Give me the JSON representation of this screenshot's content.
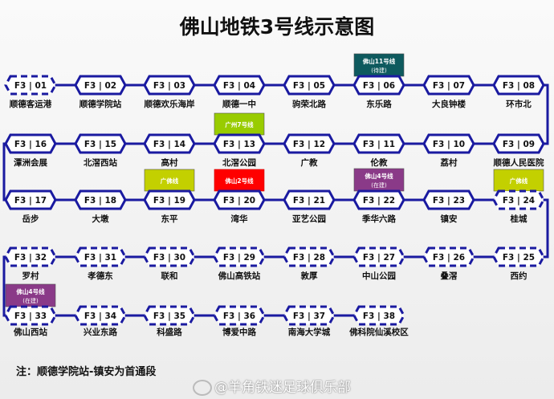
{
  "title": "佛山地铁3号线示意图",
  "note": "注：顺德学院站-镇安为首通段",
  "watermark": "@羊角铁迷足球俱乐部",
  "colors": {
    "line": "#1a1aa0",
    "guangfo": "#c3d000",
    "gz7": "#99cc00",
    "fs2": "#ff0000",
    "fs4": "#8a3a88",
    "fs11": "#0e5a5e"
  },
  "rows": [
    {
      "direction": "ltr",
      "stations": [
        {
          "code": "F3 | 01",
          "name": "顺德客运港",
          "status": "planned"
        },
        {
          "code": "F3 | 02",
          "name": "顺德学院站",
          "status": "open"
        },
        {
          "code": "F3 | 03",
          "name": "顺德欢乐海岸",
          "status": "open"
        },
        {
          "code": "F3 | 04",
          "name": "顺德一中",
          "status": "open"
        },
        {
          "code": "F3 | 05",
          "name": "驹荣北路",
          "status": "open"
        },
        {
          "code": "F3 | 06",
          "name": "东乐路",
          "status": "open",
          "transfer": {
            "label": "佛山11号线",
            "sub": "(待建)",
            "color": "#0e5a5e"
          }
        },
        {
          "code": "F3 | 07",
          "name": "大良钟楼",
          "status": "open"
        },
        {
          "code": "F3 | 08",
          "name": "环市北",
          "status": "open"
        }
      ]
    },
    {
      "direction": "rtl",
      "stations": [
        {
          "code": "F3 | 09",
          "name": "顺德人民医院",
          "status": "open"
        },
        {
          "code": "F3 | 10",
          "name": "荔村",
          "status": "open"
        },
        {
          "code": "F3 | 11",
          "name": "伦教",
          "status": "open"
        },
        {
          "code": "F3 | 12",
          "name": "广教",
          "status": "open"
        },
        {
          "code": "F3 | 13",
          "name": "北滘公园",
          "status": "open",
          "transfer": {
            "label": "广州7号线",
            "sub": "",
            "color": "#99cc00"
          }
        },
        {
          "code": "F3 | 14",
          "name": "高村",
          "status": "open"
        },
        {
          "code": "F3 | 15",
          "name": "北滘西站",
          "status": "open"
        },
        {
          "code": "F3 | 16",
          "name": "潭洲会展",
          "status": "open"
        }
      ]
    },
    {
      "direction": "ltr",
      "stations": [
        {
          "code": "F3 | 17",
          "name": "岳步",
          "status": "open"
        },
        {
          "code": "F3 | 18",
          "name": "大墩",
          "status": "open"
        },
        {
          "code": "F3 | 19",
          "name": "东平",
          "status": "open",
          "transfer": {
            "label": "广佛线",
            "sub": "",
            "color": "#c3d000"
          }
        },
        {
          "code": "F3 | 20",
          "name": "湾华",
          "status": "open",
          "transfer": {
            "label": "佛山2号线",
            "sub": "",
            "color": "#ff0000"
          }
        },
        {
          "code": "F3 | 21",
          "name": "亚艺公园",
          "status": "open"
        },
        {
          "code": "F3 | 22",
          "name": "季华六路",
          "status": "open",
          "transfer": {
            "label": "佛山4号线",
            "sub": "(在建)",
            "color": "#8a3a88"
          }
        },
        {
          "code": "F3 | 23",
          "name": "镇安",
          "status": "open"
        },
        {
          "code": "F3 | 24",
          "name": "桂城",
          "status": "planned",
          "transfer": {
            "label": "广佛线",
            "sub": "",
            "color": "#c3d000"
          }
        }
      ]
    },
    {
      "direction": "rtl",
      "stations": [
        {
          "code": "F3 | 25",
          "name": "西约",
          "status": "planned"
        },
        {
          "code": "F3 | 26",
          "name": "叠滘",
          "status": "planned"
        },
        {
          "code": "F3 | 27",
          "name": "中山公园",
          "status": "planned"
        },
        {
          "code": "F3 | 28",
          "name": "敦厚",
          "status": "planned"
        },
        {
          "code": "F3 | 29",
          "name": "佛山高铁站",
          "status": "planned"
        },
        {
          "code": "F3 | 30",
          "name": "联和",
          "status": "planned"
        },
        {
          "code": "F3 | 31",
          "name": "孝德东",
          "status": "planned"
        },
        {
          "code": "F3 | 32",
          "name": "罗村",
          "status": "planned"
        }
      ]
    },
    {
      "direction": "ltr",
      "stations": [
        {
          "code": "F3 | 33",
          "name": "佛山西站",
          "status": "planned",
          "transfer": {
            "label": "佛山4号线",
            "sub": "(在建)",
            "color": "#8a3a88"
          }
        },
        {
          "code": "F3 | 34",
          "name": "兴业东路",
          "status": "planned"
        },
        {
          "code": "F3 | 35",
          "name": "科盛路",
          "status": "planned"
        },
        {
          "code": "F3 | 36",
          "name": "博爱中路",
          "status": "planned"
        },
        {
          "code": "F3 | 37",
          "name": "南海大学城",
          "status": "planned"
        },
        {
          "code": "F3 | 38",
          "name": "佛科院仙溪校区",
          "status": "planned"
        }
      ]
    }
  ]
}
